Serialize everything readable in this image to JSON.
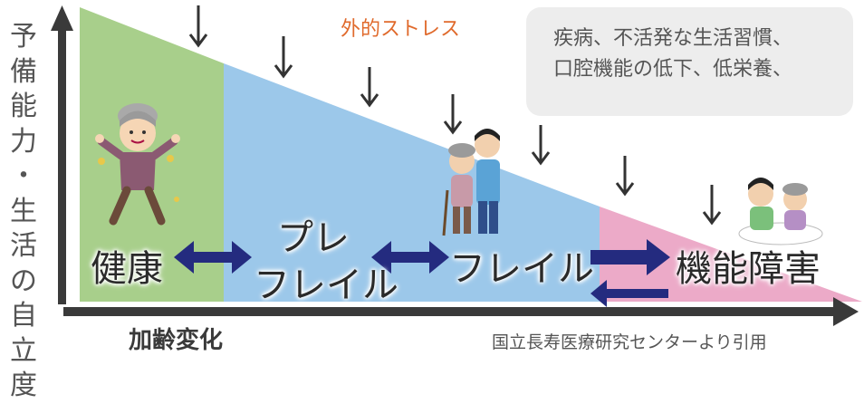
{
  "y_axis_label": [
    "予",
    "備",
    "能",
    "力",
    "・",
    "生",
    "活",
    "の",
    "自",
    "立",
    "度"
  ],
  "x_axis_label": "加齢変化",
  "external_stress_label": "外的ストレス",
  "stress_note_lines": [
    "疾病、不活発な生活習慣、",
    "口腔機能の低下、低栄養、"
  ],
  "stages": {
    "healthy": "健康",
    "prefrail_line1": "プレ",
    "prefrail_line2": "フレイル",
    "frail": "フレイル",
    "disability": "機能障害"
  },
  "citation": "国立長寿医療研究センターより引用",
  "colors": {
    "healthy": "#a8cf8b",
    "prefrail": "#9cc8ea",
    "disability": "#ecaac8",
    "arrow": "#242b7f",
    "stress_text": "#e06a2c",
    "note_box": "#ededed"
  }
}
